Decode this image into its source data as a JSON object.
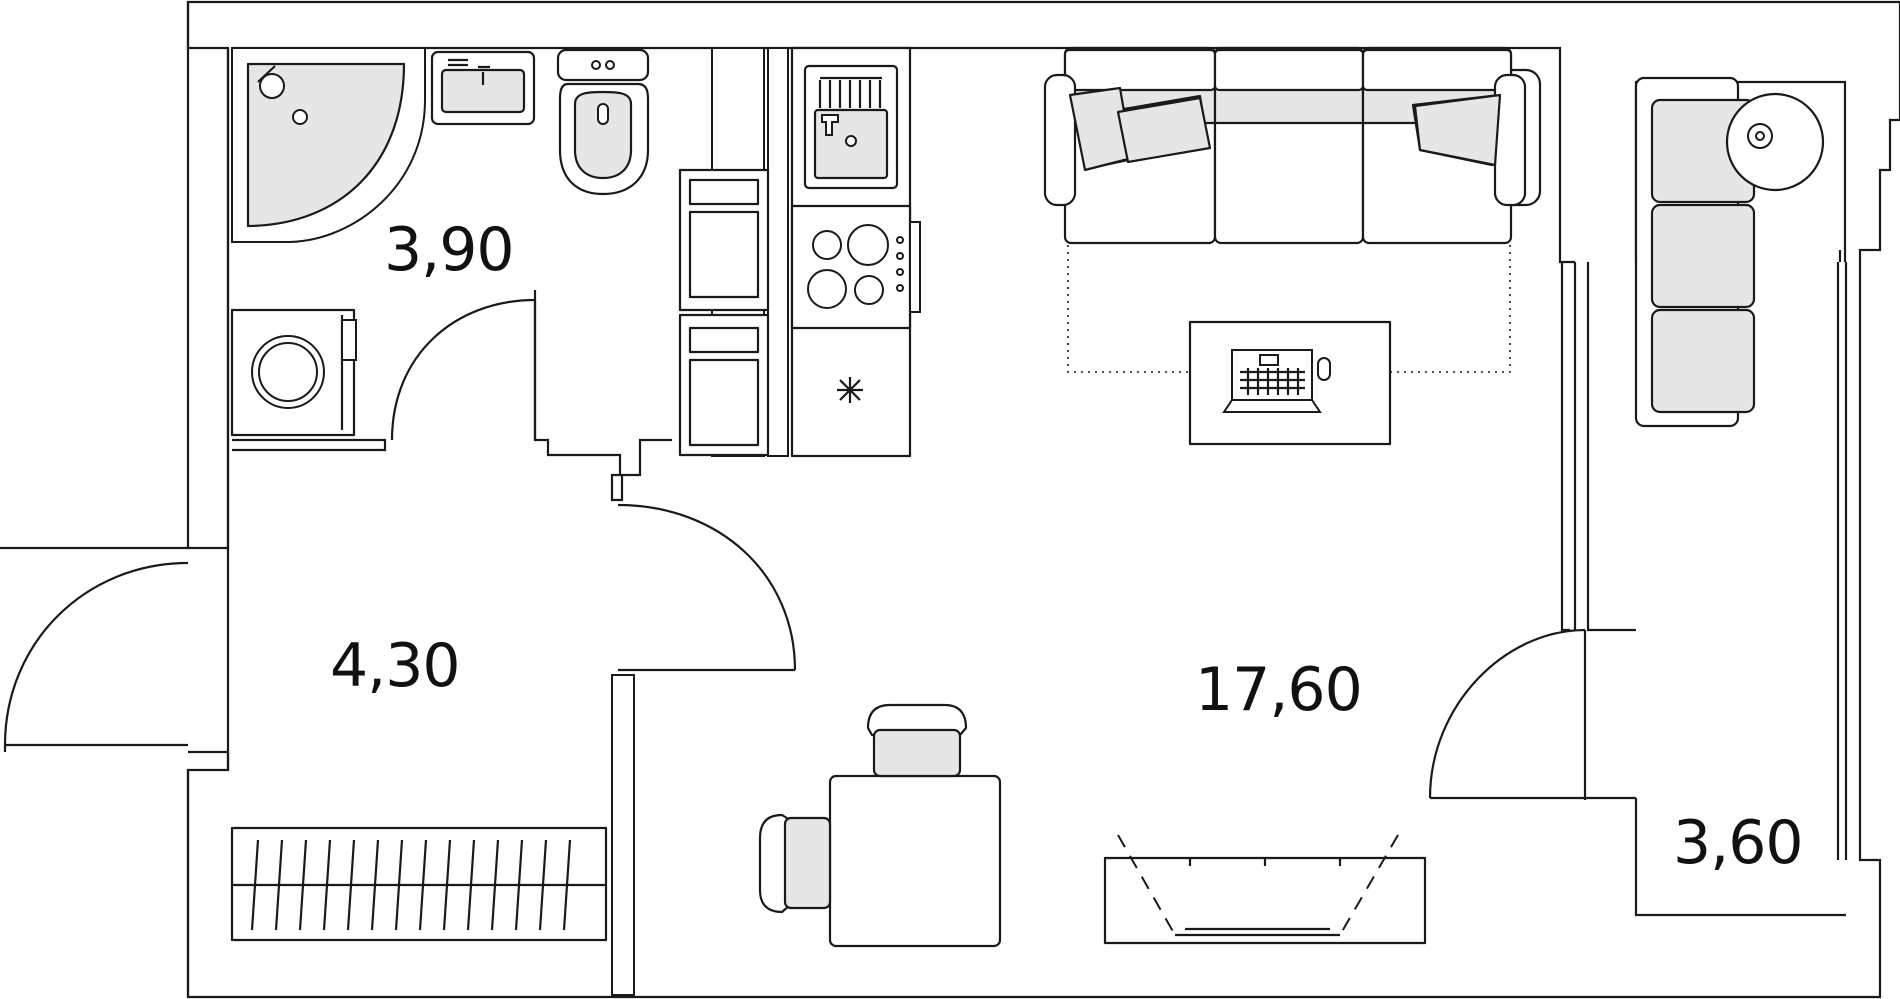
{
  "floor_plan": {
    "rooms": [
      {
        "id": "bathroom",
        "area_label": "3,90"
      },
      {
        "id": "hallway",
        "area_label": "4,30"
      },
      {
        "id": "living-room",
        "area_label": "17,60"
      },
      {
        "id": "balcony",
        "area_label": "3,60"
      }
    ],
    "colors": {
      "wall": "#1a1a1a",
      "furniture_fill": "#e6e6e6",
      "background": "#ffffff"
    },
    "icons": [
      "shower-icon",
      "sink-icon",
      "toilet-icon",
      "washing-machine-icon",
      "fridge-icon",
      "stove-icon",
      "kitchen-sink-icon",
      "sofa-icon",
      "laptop-icon",
      "tv-icon",
      "dining-table-icon",
      "chair-icon",
      "wardrobe-icon",
      "armchair-icon",
      "side-table-icon"
    ]
  }
}
